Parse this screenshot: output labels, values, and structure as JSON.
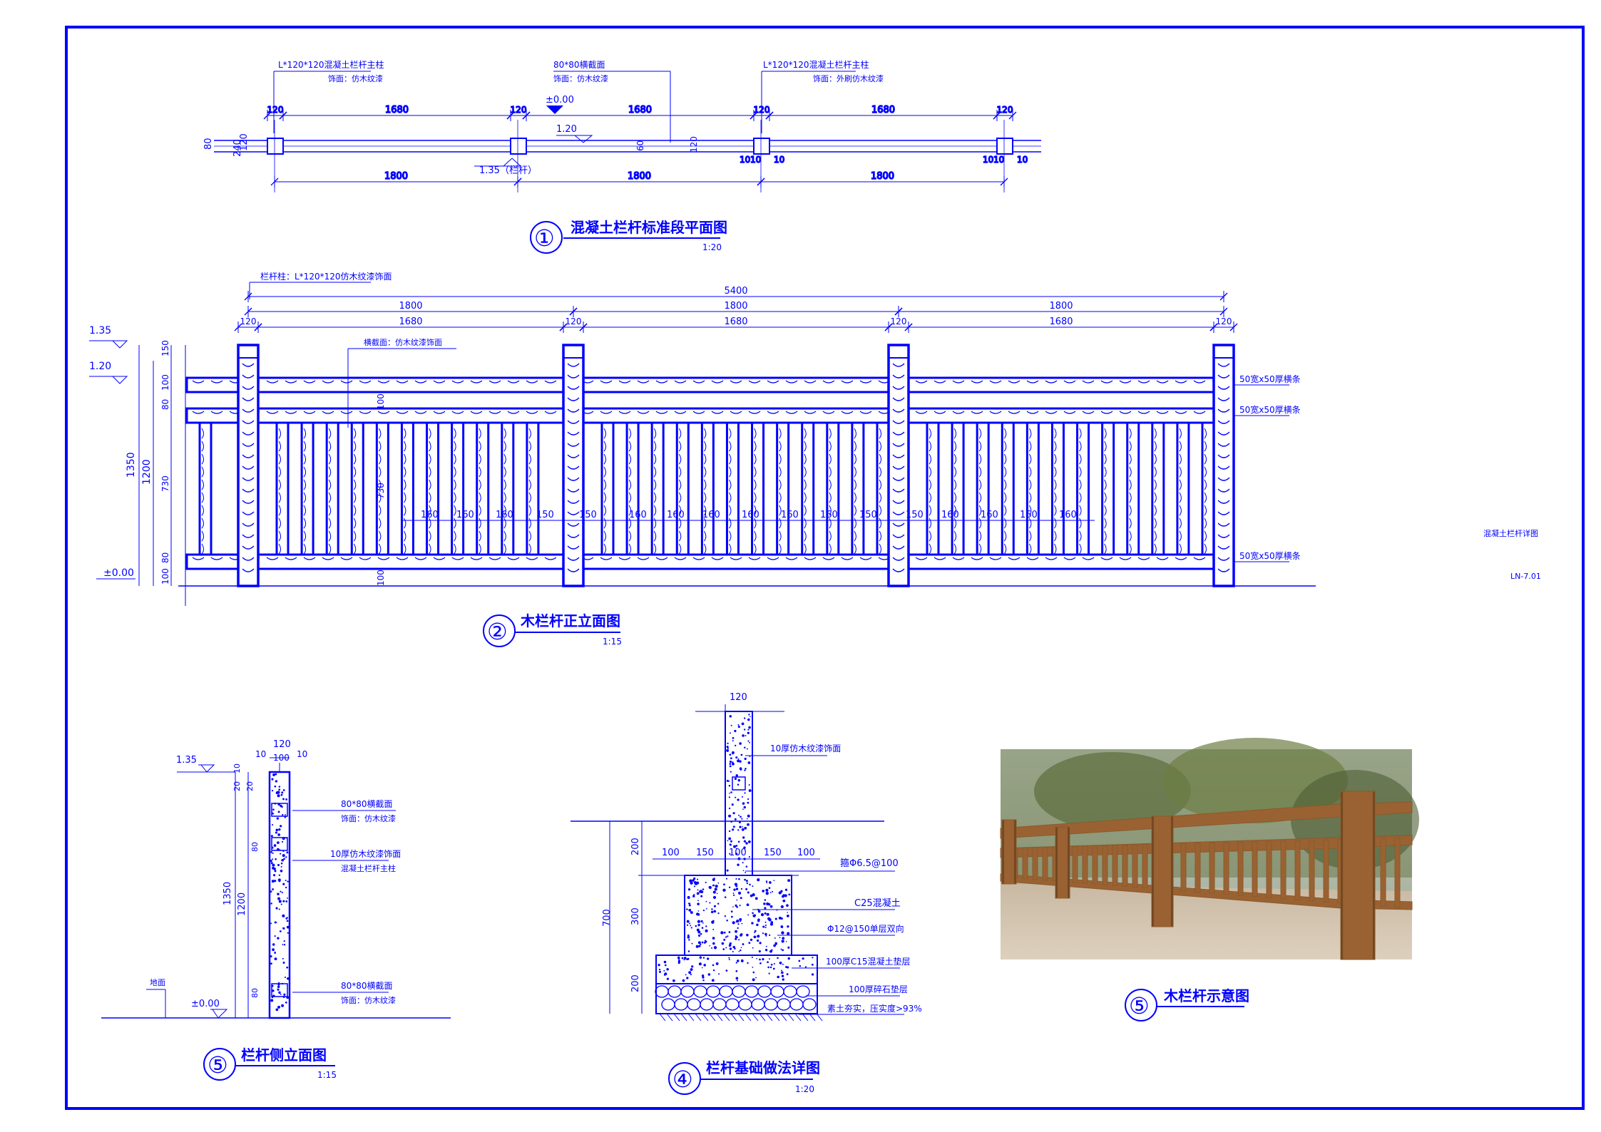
{
  "sheet": {
    "side_note": "混凝土栏杆详图",
    "drawing_number": "LN-7.01",
    "color": "#0000ff"
  },
  "plan": {
    "num": "①",
    "title": "混凝土栏杆标准段平面图",
    "scale": "1:20",
    "callout_left_1": "L*120*120混凝土栏杆主柱",
    "callout_left_2": "饰面：仿木纹漆",
    "callout_mid_1": "80*80横截面",
    "callout_mid_2": "饰面：仿木纹漆",
    "callout_right_1": "L*120*120混凝土栏杆主柱",
    "callout_right_2": "饰面：外刷仿木纹漆",
    "elev_0": "±0.00",
    "elev_120": "1.20",
    "elev_135": "1.35（栏杆）",
    "post_dim": "120",
    "clear_span": "1680",
    "bay": "1800",
    "small_dim": "10",
    "v_dims": [
      "80",
      "120",
      "240"
    ],
    "rail_dim": "60",
    "rail_v": "120"
  },
  "elevation": {
    "num": "②",
    "title": "木栏杆正立面图",
    "scale": "1:15",
    "callout_post": "栏杆柱：L*120*120仿木纹漆饰面",
    "callout_face": "横截面：仿木纹漆饰面",
    "total": "5400",
    "bay": "1800",
    "clear": "1680",
    "post_w": "120",
    "rail_labels": [
      "50宽x50厚横条",
      "50宽x50厚横条",
      "50宽x50厚横条"
    ],
    "elev_135": "1.35",
    "elev_120": "1.20",
    "elev_0": "±0.00",
    "h_total": "1350",
    "h_1200": "1200",
    "h_parts": [
      "150",
      "100",
      "80",
      "730",
      "80",
      "100"
    ],
    "mid_dim_100": "100",
    "mid_dim_730": "730",
    "spacings": [
      "160",
      "160",
      "160",
      "150",
      "150",
      "160",
      "160",
      "160",
      "160",
      "160",
      "160",
      "150",
      "150",
      "160",
      "160",
      "160",
      "160"
    ]
  },
  "side": {
    "num": "⑤",
    "title": "栏杆侧立面图",
    "scale": "1:15",
    "top_dims": [
      "120",
      "10",
      "100",
      "10"
    ],
    "elev_135": "1.35",
    "elev_0": "±0.00",
    "ground": "地面",
    "h_total": "1350",
    "h_1200": "1200",
    "v_small": [
      "10",
      "20",
      "20",
      "80",
      "80"
    ],
    "label_a1": "80*80横截面",
    "label_a2": "饰面：仿木纹漆",
    "label_b1": "10厚仿木纹漆饰面",
    "label_b2": "混凝土栏杆主柱",
    "label_c1": "80*80横截面",
    "label_c2": "饰面：仿木纹漆"
  },
  "foundation": {
    "num": "④",
    "title": "栏杆基础做法详图",
    "scale": "1:20",
    "top_w": "120",
    "l_finish": "10厚仿木纹漆饰面",
    "l_rebar": "箍Φ6.5@100",
    "l_c25": "C25混凝土",
    "l_mesh": "Φ12@150单层双向",
    "l_c15": "100厚C15混凝土垫层",
    "l_gravel": "100厚碎石垫层",
    "l_soil": "素土夯实，压实度>93%",
    "h_700": "700",
    "h_parts": [
      "200",
      "300",
      "200"
    ],
    "w_parts": [
      "100",
      "150",
      "100",
      "150",
      "100"
    ]
  },
  "photo": {
    "num": "⑤",
    "title": "木栏杆示意图"
  }
}
